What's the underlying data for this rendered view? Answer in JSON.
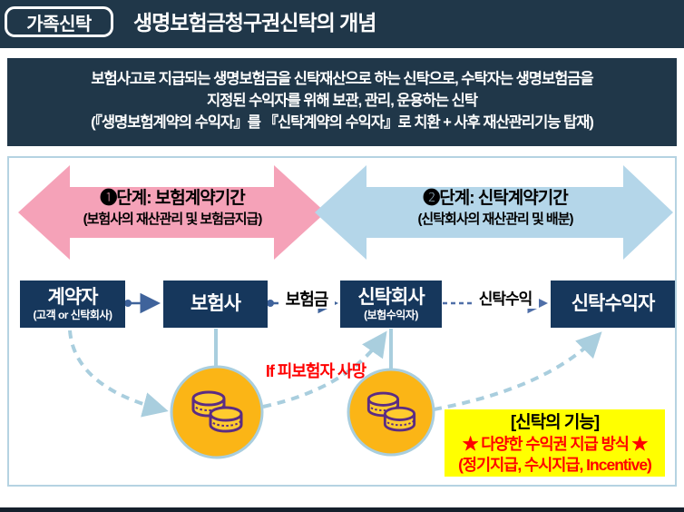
{
  "header": {
    "badge": "가족신탁",
    "title": "생명보험금청구권신탁의 개념"
  },
  "concept": {
    "lines": [
      "보험사고로 지급되는 생명보험금을 신탁재산으로 하는 신탁으로, 수탁자는 생명보험금을",
      "지정된 수익자를 위해 보관, 관리, 운용하는 신탁",
      "(『생명보험계약의 수익자』를 『신탁계약의 수익자』로 치환 + 사후 재산관리기능 탑재)"
    ]
  },
  "phases": {
    "phase1": {
      "title": "❶단계: 보험계약기간",
      "subtitle": "(보험사의 재산관리 및 보험금지급)",
      "color": "#f5a2b8"
    },
    "phase2": {
      "title": "❷단계: 신탁계약기간",
      "subtitle": "(신탁회사의 재산관리 및 배분)",
      "color": "#b4d6e9"
    }
  },
  "entities": {
    "contractor": {
      "title": "계약자",
      "subtitle": "(고객 or 신탁회사)"
    },
    "insurer": {
      "title": "보험사"
    },
    "trust_company": {
      "title": "신탁회사",
      "subtitle": "(보험수익자)"
    },
    "beneficiary": {
      "title": "신탁수익자"
    }
  },
  "flows": {
    "premium_label": "보험금",
    "trust_benefit_label": "신탁수익",
    "death_condition": "If 피보험자 사망"
  },
  "trust_function": {
    "title": "[신탁의 기능]",
    "line1": "★ 다양한 수익권 지급 방식 ★",
    "line2": "(정기지급, 수시지급, Incentive)"
  },
  "icons": {
    "money_pool": "coin-stack-icon"
  },
  "colors": {
    "header_navy": "#203749",
    "entity_navy": "#16375c",
    "phase1_pink": "#f5a2b8",
    "phase2_blue": "#b4d6e9",
    "pool_yellow": "#fbb516",
    "pool_border": "#a9cede",
    "connector_blue": "#3f639b",
    "dashed_connector_blue": "#4f6fa8",
    "highlight_yellow": "#ffff00",
    "alert_red": "#ff0000"
  }
}
